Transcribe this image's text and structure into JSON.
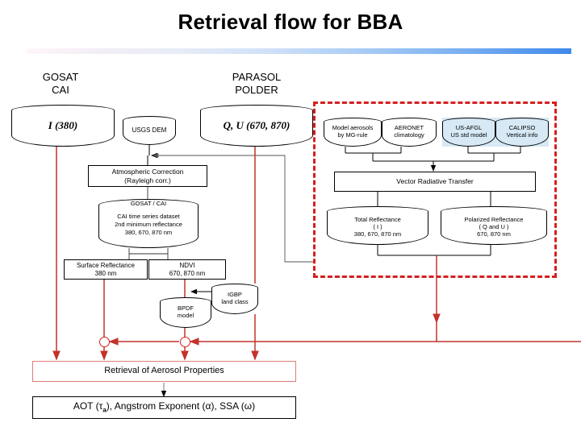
{
  "title": "Retrieval flow for BBA",
  "colors": {
    "red_dashed": "#d61f1f",
    "red_flow": "#c2332b",
    "blue_fill": "#d6e9f5",
    "box_border": "#000000",
    "red_box_border": "#e07b7b"
  },
  "sources": {
    "gosat_label_line1": "GOSAT",
    "gosat_label_line2": "CAI",
    "parasol_label_line1": "PARASOL",
    "parasol_label_line2": "POLDER"
  },
  "cylinders": {
    "gosat_data": "I (380)",
    "usgs_dem": "USGS DEM",
    "parasol_data": "Q, U (670, 870)",
    "model_aerosols_l1": "Model aerosols",
    "model_aerosols_l2": "by MG-rule",
    "aeronet_l1": "AERONET",
    "aeronet_l2": "climatology",
    "usafgl_l1": "US-AFGL",
    "usafgl_l2": "US std model",
    "calipso_l1": "CALIPSO",
    "calipso_l2": "Vertical info",
    "gosat_cai_header": "GOSAT / CAI",
    "gosat_cai_l1": "CAI time series dataset",
    "gosat_cai_l2": "2nd minimum reflectance",
    "gosat_cai_l3": "380, 670, 870 nm",
    "total_refl_l1": "Total Reflectance",
    "total_refl_l2": "( I )",
    "total_refl_l3": "380, 670, 870 nm",
    "pol_refl_l1": "Polarized Reflectance",
    "pol_refl_l2": "( Q and U )",
    "pol_refl_l3": "670, 870 nm",
    "igbp_l1": "IGBP",
    "igbp_l2": "land class",
    "bpdf_l1": "BPDF",
    "bpdf_l2": "model"
  },
  "boxes": {
    "atmos_corr_l1": "Atmospheric Correction",
    "atmos_corr_l2": "(Rayleigh corr.)",
    "surface_refl_l1": "Surface Reflectance",
    "surface_refl_l2": "380 nm",
    "ndvi_l1": "NDVI",
    "ndvi_l2": "670, 870 nm",
    "vrt": "Vector Radiative Transfer",
    "retrieval": "Retrieval of Aerosol Properties",
    "output_pre": "AOT (τ",
    "output_sub": "a",
    "output_post": "),  Angstrom Exponent  (α),  SSA (ω)"
  },
  "chart_data": {
    "type": "diagram",
    "title": "Retrieval flow for BBA",
    "nodes": [
      {
        "id": "gosat_cai_src",
        "label": "GOSAT CAI : I (380)",
        "shape": "cylinder"
      },
      {
        "id": "usgs_dem",
        "label": "USGS DEM",
        "shape": "cylinder"
      },
      {
        "id": "parasol_src",
        "label": "PARASOL POLDER : Q, U (670, 870)",
        "shape": "cylinder"
      },
      {
        "id": "atmos_corr",
        "label": "Atmospheric Correction (Rayleigh corr.)",
        "shape": "box"
      },
      {
        "id": "cai_dataset",
        "label": "GOSAT / CAI - CAI time series dataset, 2nd minimum reflectance, 380, 670, 870 nm",
        "shape": "cylinder"
      },
      {
        "id": "surface_refl",
        "label": "Surface Reflectance 380 nm",
        "shape": "box"
      },
      {
        "id": "ndvi",
        "label": "NDVI 670, 870 nm",
        "shape": "box"
      },
      {
        "id": "igbp",
        "label": "IGBP land class",
        "shape": "cylinder"
      },
      {
        "id": "bpdf",
        "label": "BPDF model",
        "shape": "cylinder"
      },
      {
        "id": "model_aerosols",
        "label": "Model aerosols by MG-rule",
        "shape": "cylinder"
      },
      {
        "id": "aeronet",
        "label": "AERONET climatology",
        "shape": "cylinder"
      },
      {
        "id": "usafgl",
        "label": "US-AFGL US std model",
        "shape": "cylinder"
      },
      {
        "id": "calipso",
        "label": "CALIPSO Vertical info",
        "shape": "cylinder"
      },
      {
        "id": "vrt",
        "label": "Vector Radiative Transfer",
        "shape": "box"
      },
      {
        "id": "total_refl",
        "label": "Total Reflectance ( I ) 380, 670, 870 nm",
        "shape": "cylinder"
      },
      {
        "id": "pol_refl",
        "label": "Polarized Reflectance ( Q and U ) 670, 870 nm",
        "shape": "cylinder"
      },
      {
        "id": "retrieval",
        "label": "Retrieval of Aerosol Properties",
        "shape": "box"
      },
      {
        "id": "output",
        "label": "AOT, Angstrom Exponent, SSA",
        "shape": "box"
      }
    ],
    "groups": [
      {
        "id": "forward_model",
        "style": "red dashed",
        "members": [
          "model_aerosols",
          "aeronet",
          "usafgl",
          "calipso",
          "vrt",
          "total_refl",
          "pol_refl"
        ]
      }
    ],
    "edges": [
      {
        "from": "gosat_cai_src",
        "to": "atmos_corr"
      },
      {
        "from": "usgs_dem",
        "to": "atmos_corr"
      },
      {
        "from": "atmos_corr",
        "to": "cai_dataset"
      },
      {
        "from": "cai_dataset",
        "to": "surface_refl"
      },
      {
        "from": "cai_dataset",
        "to": "ndvi"
      },
      {
        "from": "igbp",
        "to": "bpdf"
      },
      {
        "from": "ndvi",
        "to": "bpdf"
      },
      {
        "from": "model_aerosols",
        "to": "vrt"
      },
      {
        "from": "aeronet",
        "to": "vrt"
      },
      {
        "from": "usafgl",
        "to": "vrt"
      },
      {
        "from": "calipso",
        "to": "vrt"
      },
      {
        "from": "vrt",
        "to": "total_refl"
      },
      {
        "from": "vrt",
        "to": "pol_refl"
      },
      {
        "from": "gosat_cai_src",
        "to": "retrieval"
      },
      {
        "from": "parasol_src",
        "to": "retrieval"
      },
      {
        "from": "surface_refl",
        "to": "retrieval"
      },
      {
        "from": "bpdf",
        "to": "retrieval"
      },
      {
        "from": "total_refl",
        "to": "retrieval"
      },
      {
        "from": "pol_refl",
        "to": "retrieval"
      },
      {
        "from": "retrieval",
        "to": "output"
      }
    ]
  }
}
